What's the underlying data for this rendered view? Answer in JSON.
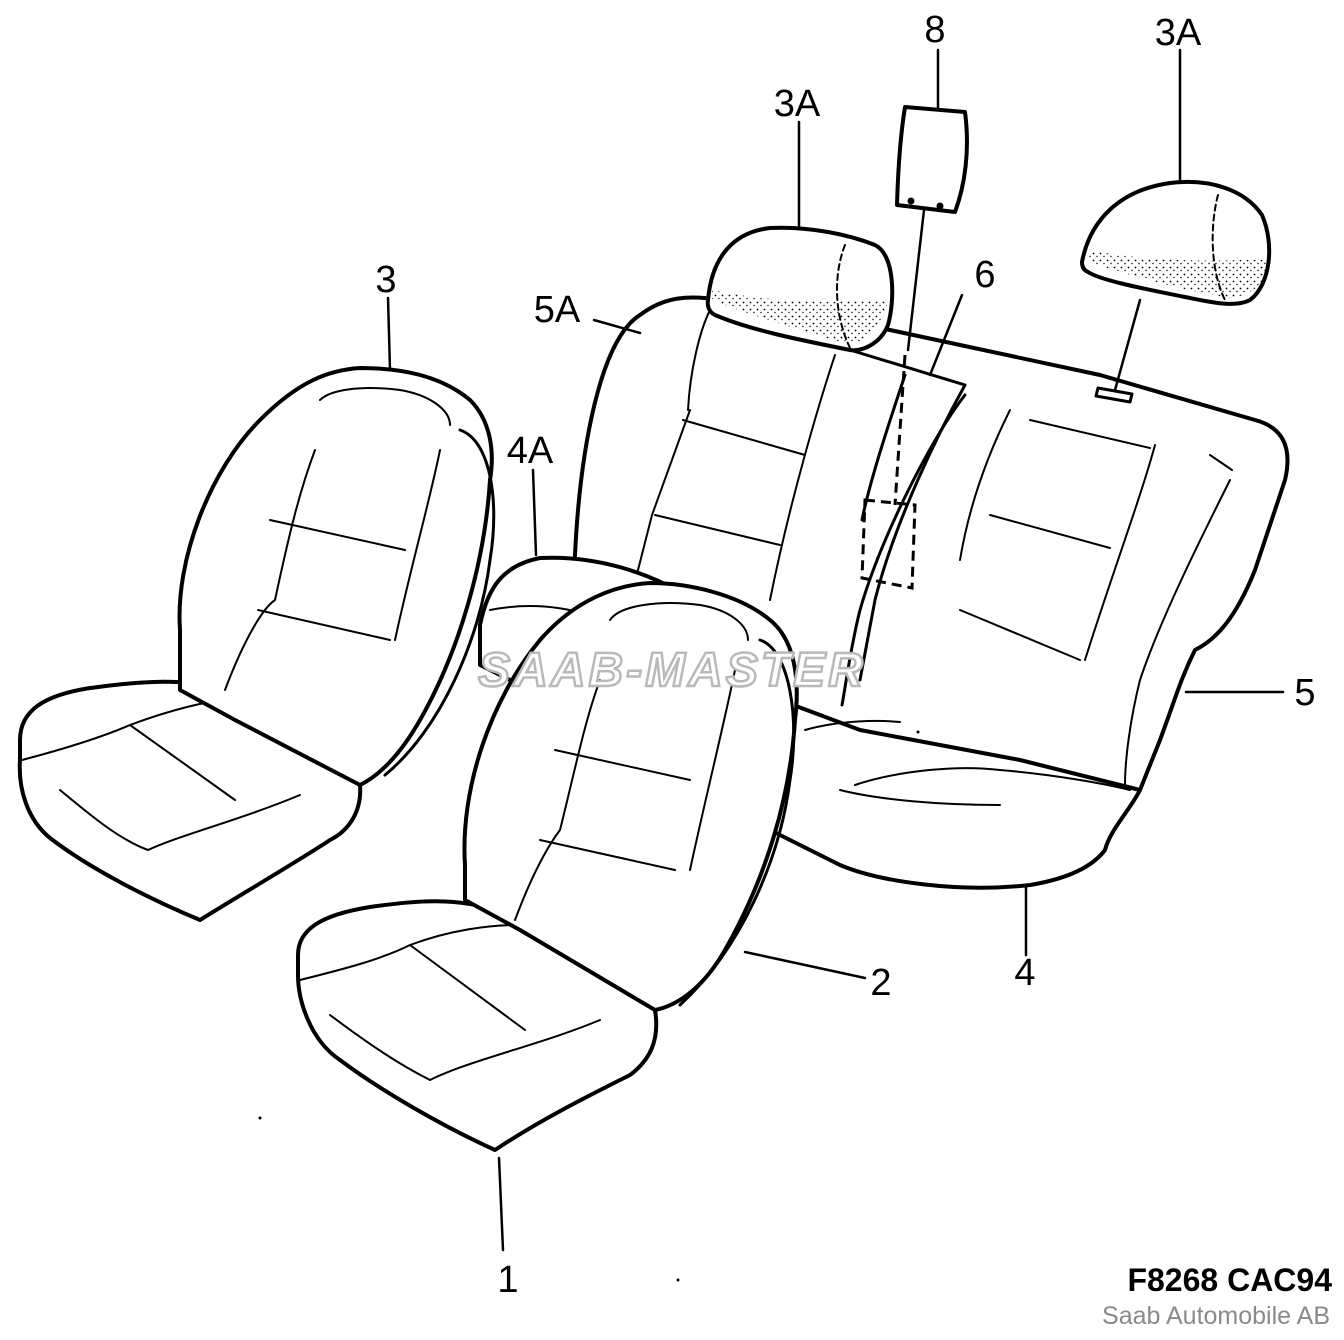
{
  "diagram": {
    "callouts": {
      "c1": "1",
      "c2": "2",
      "c3": "3",
      "c3a_left": "3A",
      "c3a_right": "3A",
      "c4": "4",
      "c4a": "4A",
      "c5": "5",
      "c5a": "5A",
      "c6": "6",
      "c8": "8"
    },
    "watermark": "SAAB-MASTER",
    "figure_code": "F8268 CAC94",
    "copyright": "Saab Automobile AB",
    "colors": {
      "line": "#000000",
      "background": "#ffffff",
      "watermark_outline": "#b9b9b9",
      "copyright_text": "#8a8a8a"
    }
  }
}
